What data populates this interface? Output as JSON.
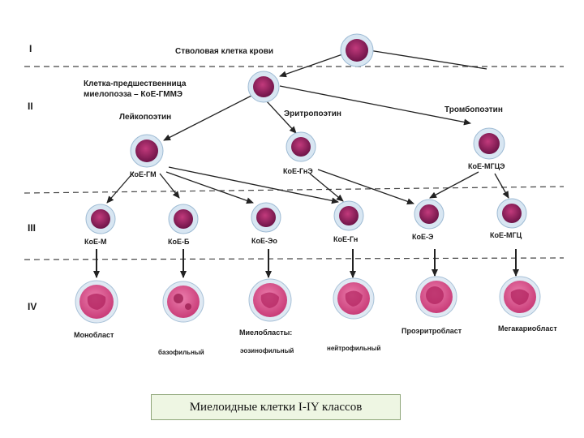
{
  "levels": [
    "I",
    "II",
    "III",
    "IV"
  ],
  "labels": {
    "stem": "Стволовая клетка крови",
    "precursor_line1": "Клетка-предшественница",
    "precursor_line2": "миелопоэза – КоЕ-ГММЭ",
    "leukopoietin": "Лейкопоэтин",
    "erythropoietin": "Эритропоэтин",
    "thrombopoietin": "Тромбопоэтин",
    "koe_gm": "КоЕ-ГМ",
    "koe_gne": "КоЕ-ГнЭ",
    "koe_mgce": "КоЕ-МГЦЭ",
    "koe_m": "КоЕ-М",
    "koe_b": "КоЕ-Б",
    "koe_eo": "КоЕ-Эо",
    "koe_gn": "КоЕ-Гн",
    "koe_e": "КоЕ-Э",
    "koe_mgc": "КоЕ-МГЦ",
    "monoblast": "Монобласт",
    "basophilic": "базофильный",
    "myeloblasts": "Миелобласты:",
    "eosinophilic": "эозинофильный",
    "neutrophilic": "нейтрофильный",
    "proerythroblast": "Проэритробласт",
    "megakaryoblast": "Мегакариобласт"
  },
  "caption": "Миелоидные клетки I-IY классов",
  "colors": {
    "cell_dark": "#8e1f5e",
    "cell_halo": "#c9dcec",
    "blast_body": "#d6508a",
    "blast_nucleus": "#b2235f",
    "arrow": "#222222",
    "divider": "#333333"
  }
}
